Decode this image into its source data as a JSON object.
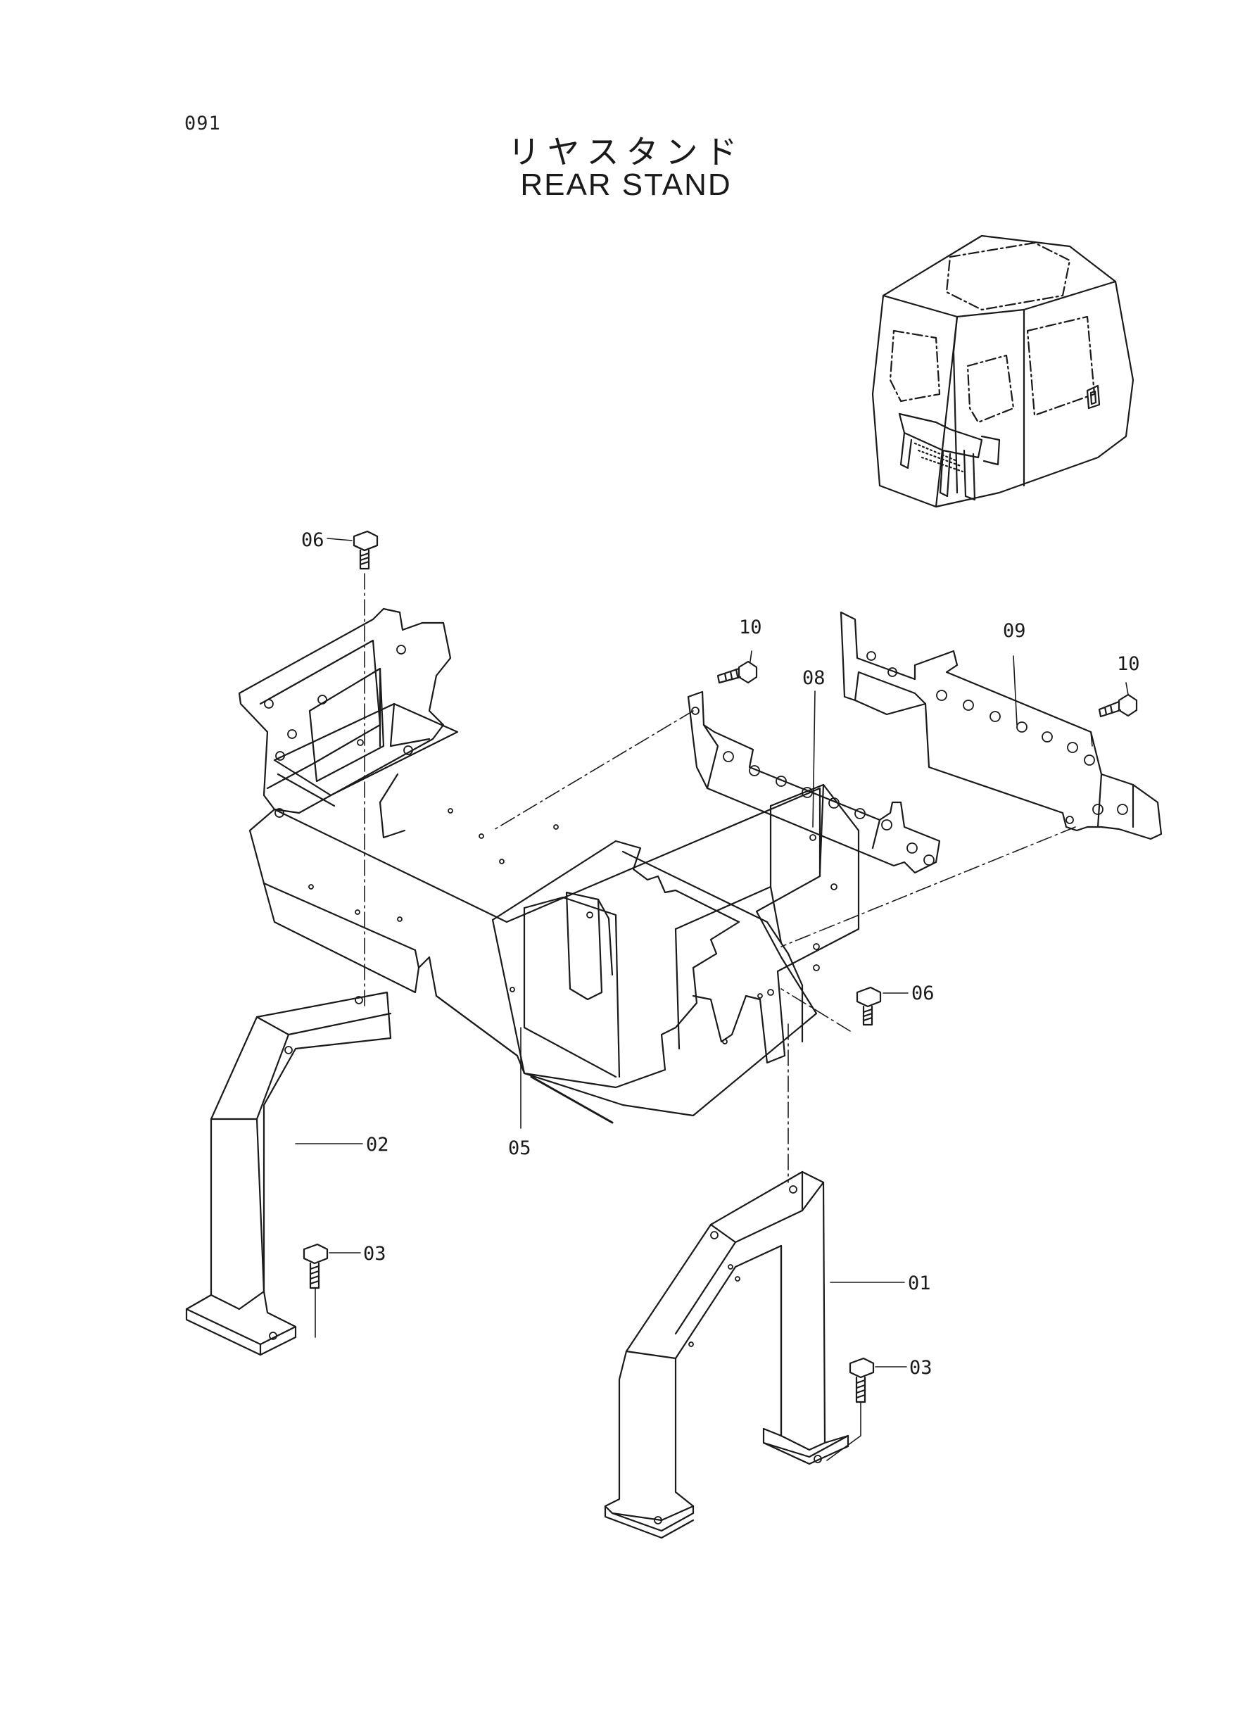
{
  "page": {
    "number": "091",
    "title_jp": "リヤスタンド",
    "title_en": "REAR STAND"
  },
  "callouts": {
    "c01": "01",
    "c02": "02",
    "c03a": "03",
    "c03b": "03",
    "c05": "05",
    "c06a": "06",
    "c06b": "06",
    "c08": "08",
    "c09": "09",
    "c10a": "10",
    "c10b": "10"
  },
  "colors": {
    "line": "#1a1a1a",
    "background": "#ffffff"
  }
}
